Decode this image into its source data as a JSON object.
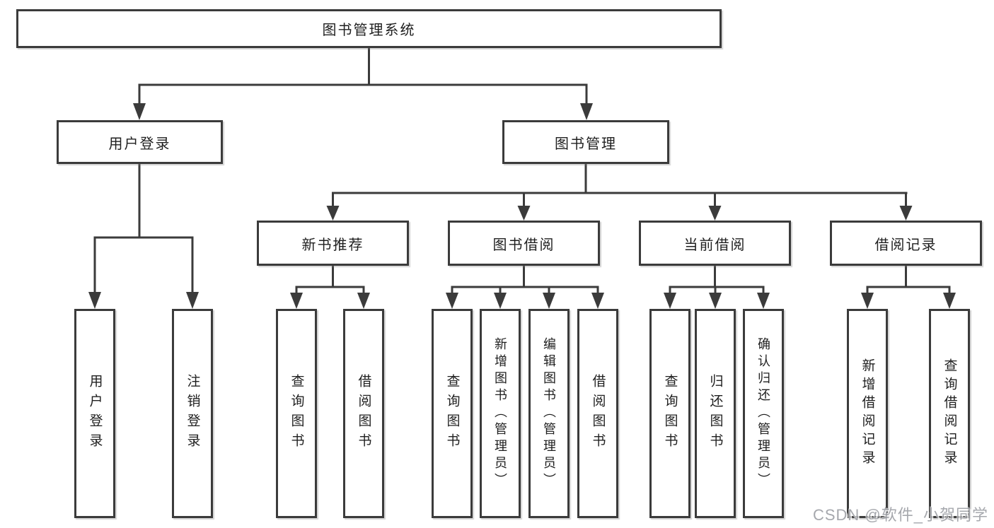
{
  "diagram": {
    "root": "图书管理系统",
    "level2": [
      "用户登录",
      "图书管理"
    ],
    "level3": [
      "新书推荐",
      "图书借阅",
      "当前借阅",
      "借阅记录"
    ],
    "leaves": {
      "user": [
        "用户登录",
        "注销登录"
      ],
      "newbook": [
        "查询图书",
        "借阅图书"
      ],
      "borrow": [
        "查询图书",
        "新增图书（管理员）",
        "编辑图书（管理员）",
        "借阅图书"
      ],
      "current": [
        "查询图书",
        "归还图书",
        "确认归还（管理员）"
      ],
      "records": [
        "新增借阅记录",
        "查询借阅记录"
      ]
    }
  },
  "watermark": "CSDN @软件_小贺同学",
  "colors": {
    "line": "#3b3b3b",
    "box_border": "#3b3b3b",
    "box_fill": "#ffffff",
    "text": "#1f1f1f",
    "background": "#ffffff",
    "watermark_text": "#9ea1a6"
  }
}
